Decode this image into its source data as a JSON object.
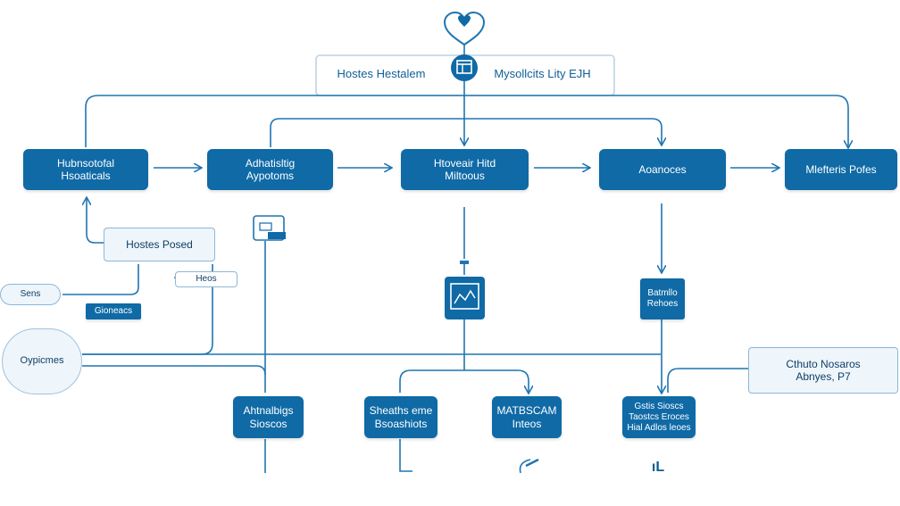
{
  "colors": {
    "primary": "#0f6aa6",
    "line": "#1f75b0",
    "light_fill": "#eef5fb",
    "text_dark": "#0f3f66"
  },
  "header": {
    "left_label": "Hostes Hestalem",
    "right_label": "Mysollcits Lity EJH",
    "top_icon": "heart-icon",
    "center_icon": "app-window-icon"
  },
  "row1": [
    {
      "line1": "Hubnsotofal",
      "line2": "Hsoaticals"
    },
    {
      "line1": "Adhatisltig",
      "line2": "Aypotoms"
    },
    {
      "line1": "Htoveair Hitd",
      "line2": "Miltoous"
    },
    {
      "line1": "Aoanoces",
      "line2": ""
    },
    {
      "line1": "Mlefteris Pofes",
      "line2": ""
    }
  ],
  "left": {
    "hostee_label": "Hostes Posed",
    "sens_label": "Sens",
    "gioneacs_label": "Gioneacs",
    "cloud_label": "Oypicmes",
    "small_label": "Heos"
  },
  "mid": {
    "flag_icon": "flag-icon",
    "monitor_icon": "monitor-chart-icon",
    "box_label_line1": "Batmllo",
    "box_label_line2": "Rehoes"
  },
  "note": {
    "line1": "Cthuto Nosaros",
    "line2": "Abnyes, P7"
  },
  "row3": [
    {
      "line1": "Ahtnalbigs",
      "line2": "Sioscos"
    },
    {
      "line1": "Sheaths eme",
      "line2": "Bsoashiots"
    },
    {
      "line1": "MATBSCAM",
      "line2": "Inteos"
    },
    {
      "line1": "Gstis Sioscs",
      "line2": "Taostcs Eroces",
      "line3": "Hial Adlos leoes"
    }
  ],
  "bottom": {
    "glyph_a": "↗",
    "glyph_b": "ıL"
  }
}
